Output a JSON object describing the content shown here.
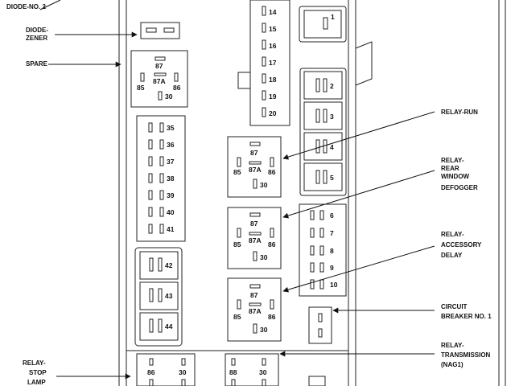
{
  "callouts": {
    "diode_no2": "DIODE-NO. 2",
    "diode_zener": [
      "DIODE-",
      "ZENER"
    ],
    "spare": "SPARE",
    "relay_run": "RELAY-RUN",
    "relay_rear_window_defogger": [
      "RELAY-",
      "REAR",
      "WINDOW",
      "DEFOGGER"
    ],
    "relay_accessory_delay": [
      "RELAY-",
      "ACCESSORY",
      "DELAY"
    ],
    "circuit_breaker_no1": [
      "CIRCUIT",
      "BREAKER NO. 1"
    ],
    "relay_transmission": [
      "RELAY-",
      "TRANSMISSION",
      "(NAG1)"
    ],
    "relay_stop_lamp": [
      "RELAY-",
      "STOP",
      "LAMP"
    ]
  },
  "relay_pins": {
    "p87": "87",
    "p87a": "87A",
    "p85": "85",
    "p86": "86",
    "p30": "30",
    "p88": "88"
  },
  "fuses": {
    "top_column": [
      "14",
      "15",
      "16",
      "17",
      "18",
      "19",
      "20"
    ],
    "big_column": [
      "2",
      "3",
      "4",
      "5"
    ],
    "top_big": "1",
    "left_column": [
      "35",
      "36",
      "37",
      "38",
      "39",
      "40",
      "41"
    ],
    "left_bottom": [
      "42",
      "43",
      "44"
    ],
    "right_column": [
      "6",
      "7",
      "8",
      "9",
      "10"
    ]
  }
}
